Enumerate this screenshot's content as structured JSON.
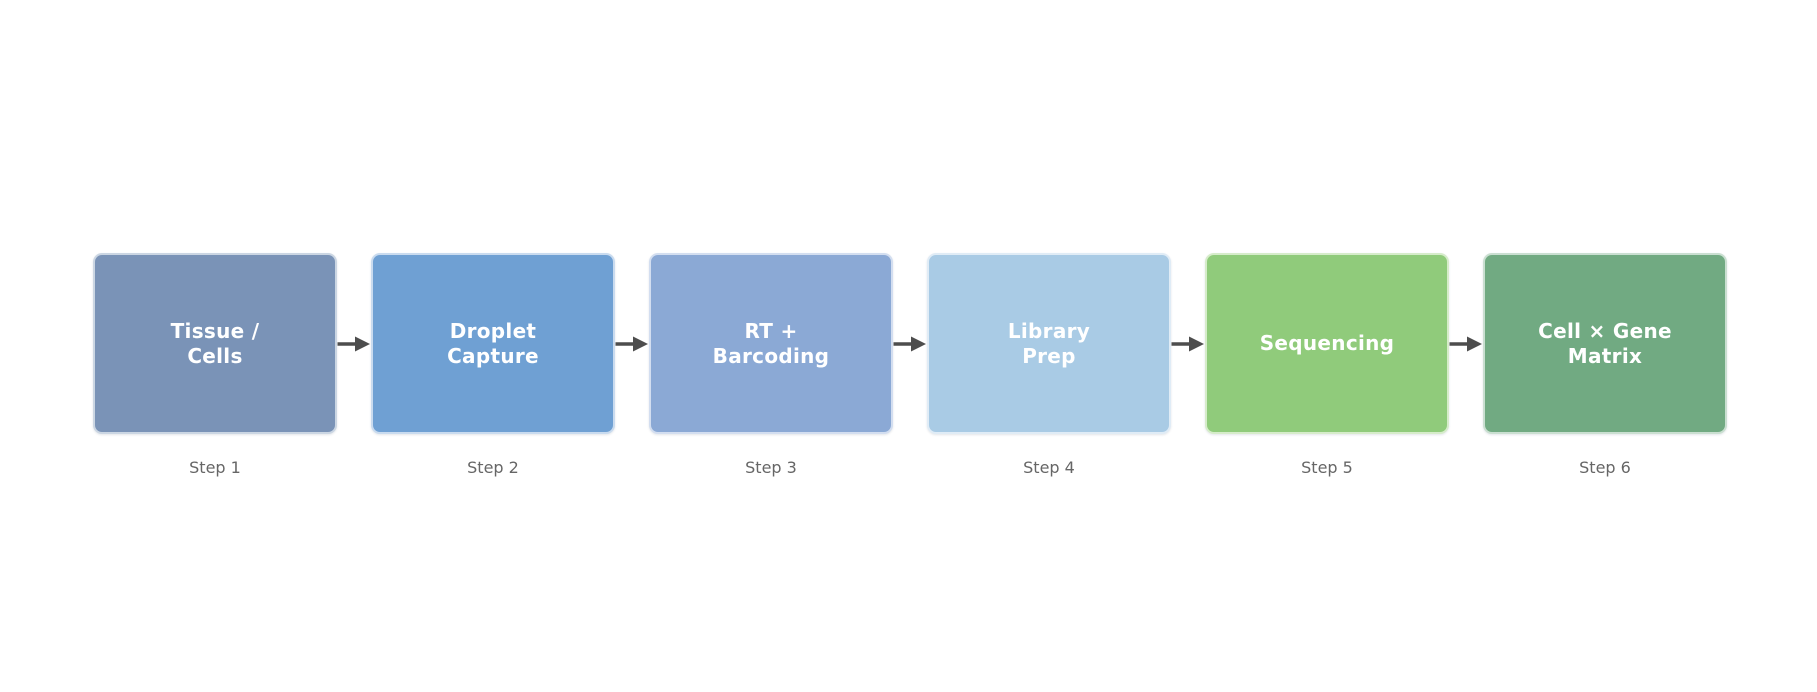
{
  "diagram": {
    "kind": "horizontal-flowchart",
    "background": "#ffffff",
    "arrow_color": "#4d4d4d",
    "caption_color": "#666666",
    "label_color": "#ffffff",
    "steps": [
      {
        "line1": "Tissue /",
        "line2": "Cells",
        "caption": "Step 1",
        "fill": "#7a93b7",
        "border": "#cbd6e3"
      },
      {
        "line1": "Droplet",
        "line2": "Capture",
        "caption": "Step 2",
        "fill": "#6fa0d3",
        "border": "#c9dbef"
      },
      {
        "line1": "RT +",
        "line2": "Barcoding",
        "caption": "Step 3",
        "fill": "#8ba9d5",
        "border": "#d3def0"
      },
      {
        "line1": "Library",
        "line2": "Prep",
        "caption": "Step 4",
        "fill": "#a9cbe5",
        "border": "#e0ecf6"
      },
      {
        "line1": "Sequencing",
        "line2": "",
        "caption": "Step 5",
        "fill": "#90cb7b",
        "border": "#d6ecca"
      },
      {
        "line1": "Cell × Gene",
        "line2": "Matrix",
        "caption": "Step 6",
        "fill": "#71aa82",
        "border": "#cadfd1"
      }
    ]
  }
}
